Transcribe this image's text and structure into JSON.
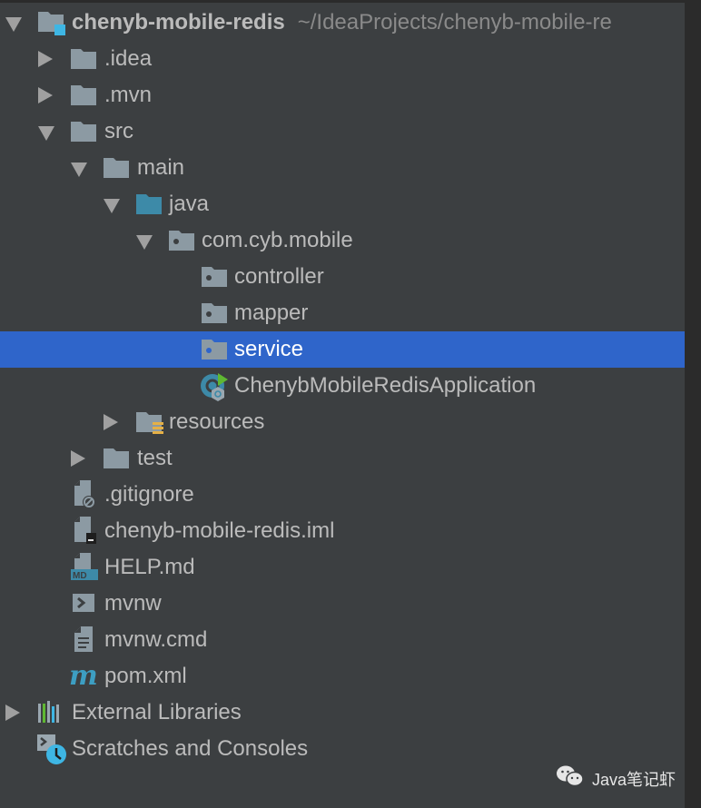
{
  "project_tree": {
    "root": {
      "name": "chenyb-mobile-redis",
      "path": "~/IdeaProjects/chenyb-mobile-re",
      "expanded": true,
      "icon": "project-module-folder-icon"
    },
    "items": [
      {
        "label": ".idea",
        "icon": "folder-icon",
        "depth": 1,
        "expander": "collapsed"
      },
      {
        "label": ".mvn",
        "icon": "folder-icon",
        "depth": 1,
        "expander": "collapsed"
      },
      {
        "label": "src",
        "icon": "folder-icon",
        "depth": 1,
        "expander": "expanded"
      },
      {
        "label": "main",
        "icon": "folder-icon",
        "depth": 2,
        "expander": "expanded"
      },
      {
        "label": "java",
        "icon": "source-root-folder-icon",
        "depth": 3,
        "expander": "expanded"
      },
      {
        "label": "com.cyb.mobile",
        "icon": "package-icon",
        "depth": 4,
        "expander": "expanded"
      },
      {
        "label": "controller",
        "icon": "package-icon",
        "depth": 5,
        "expander": "none"
      },
      {
        "label": "mapper",
        "icon": "package-icon",
        "depth": 5,
        "expander": "none"
      },
      {
        "label": "service",
        "icon": "package-icon",
        "depth": 5,
        "expander": "none",
        "selected": true
      },
      {
        "label": "ChenybMobileRedisApplication",
        "icon": "spring-boot-class-icon",
        "depth": 5,
        "expander": "none"
      },
      {
        "label": "resources",
        "icon": "resources-folder-icon",
        "depth": 3,
        "expander": "collapsed"
      },
      {
        "label": "test",
        "icon": "folder-icon",
        "depth": 2,
        "expander": "collapsed"
      },
      {
        "label": ".gitignore",
        "icon": "gitignore-file-icon",
        "depth": 1,
        "expander": "none"
      },
      {
        "label": "chenyb-mobile-redis.iml",
        "icon": "iml-file-icon",
        "depth": 1,
        "expander": "none"
      },
      {
        "label": "HELP.md",
        "icon": "markdown-file-icon",
        "depth": 1,
        "expander": "none"
      },
      {
        "label": "mvnw",
        "icon": "shell-script-icon",
        "depth": 1,
        "expander": "none"
      },
      {
        "label": "mvnw.cmd",
        "icon": "text-file-icon",
        "depth": 1,
        "expander": "none"
      },
      {
        "label": "pom.xml",
        "icon": "maven-icon",
        "depth": 1,
        "expander": "none"
      }
    ],
    "external_libraries": {
      "label": "External Libraries",
      "icon": "libraries-icon",
      "expander": "collapsed"
    },
    "scratches": {
      "label": "Scratches and Consoles",
      "icon": "scratches-icon",
      "expander": "none"
    }
  },
  "watermark": {
    "label": "Java笔记虾",
    "icon": "wechat-icon"
  },
  "colors": {
    "background": "#3c3f41",
    "selection": "#2f65ca",
    "text": "#bbbbbb",
    "folder": "#8c9aa3",
    "source_folder": "#3d8aa8",
    "accent_blue": "#3eb6e4",
    "resources_yellow": "#e5b046"
  }
}
